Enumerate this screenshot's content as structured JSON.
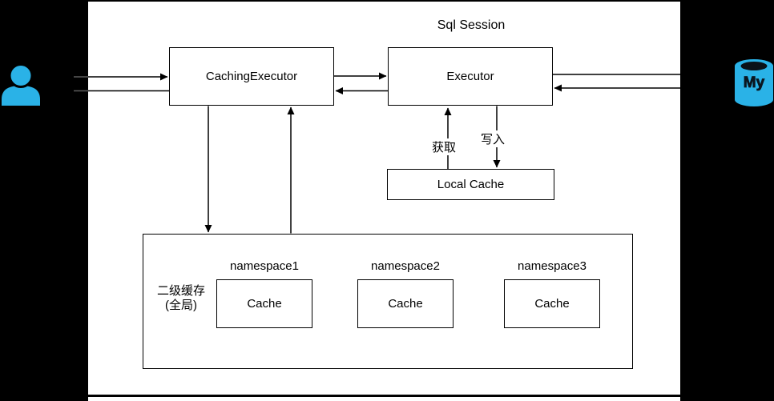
{
  "diagram": {
    "session_label": "Sql Session",
    "nodes": {
      "caching_executor": "CachingExecutor",
      "executor": "Executor",
      "local_cache": "Local Cache"
    },
    "second_level_cache": {
      "line1": "二级缓存",
      "line2": "(全局)"
    },
    "namespaces": [
      {
        "label": "namespace1",
        "cache_label": "Cache"
      },
      {
        "label": "namespace2",
        "cache_label": "Cache"
      },
      {
        "label": "namespace3",
        "cache_label": "Cache"
      }
    ],
    "edges": {
      "fetch_label": "获取",
      "write_label": "写入"
    },
    "database": {
      "label": "My"
    },
    "colors": {
      "accent_cyan": "#2AB2E7",
      "line_black": "#000000",
      "canvas_white": "#FFFFFF",
      "background_black": "#000000"
    }
  }
}
